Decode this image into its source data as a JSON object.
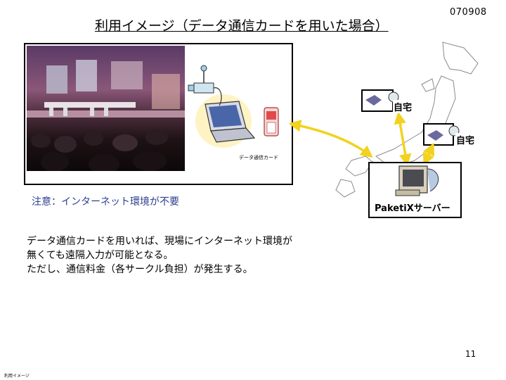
{
  "slide_id": "070908",
  "title": "利用イメージ（データ通信カードを用いた場合）",
  "left_panel": {
    "card_label": "データ通信カード"
  },
  "note": "注意：インターネット環境が不要",
  "body_lines": [
    "データ通信カードを用いれば、現場にインターネット環境が",
    "無くても遠隔入力が可能となる。",
    "ただし、通信料金（各サークル負担）が発生する。"
  ],
  "server_label": "PaketiXサーバー",
  "home_labels": [
    "自宅",
    "自宅"
  ],
  "page_number": "11",
  "footer": "利用イメージ",
  "colors": {
    "arrow": "#f2d21e",
    "note_text": "#2e3f8f"
  }
}
